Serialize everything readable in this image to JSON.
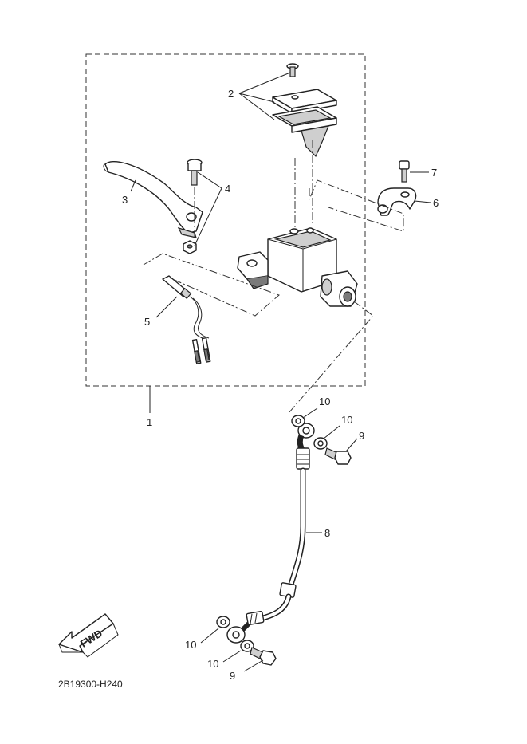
{
  "diagram_code": "2B19300-H240",
  "fwd_label": "FWD",
  "callouts": {
    "c1": "1",
    "c2": "2",
    "c3": "3",
    "c4": "4",
    "c5": "5",
    "c6": "6",
    "c7": "7",
    "c8": "8",
    "c9_top": "9",
    "c9_bottom": "9",
    "c10_a": "10",
    "c10_b": "10",
    "c10_c": "10",
    "c10_d": "10"
  }
}
